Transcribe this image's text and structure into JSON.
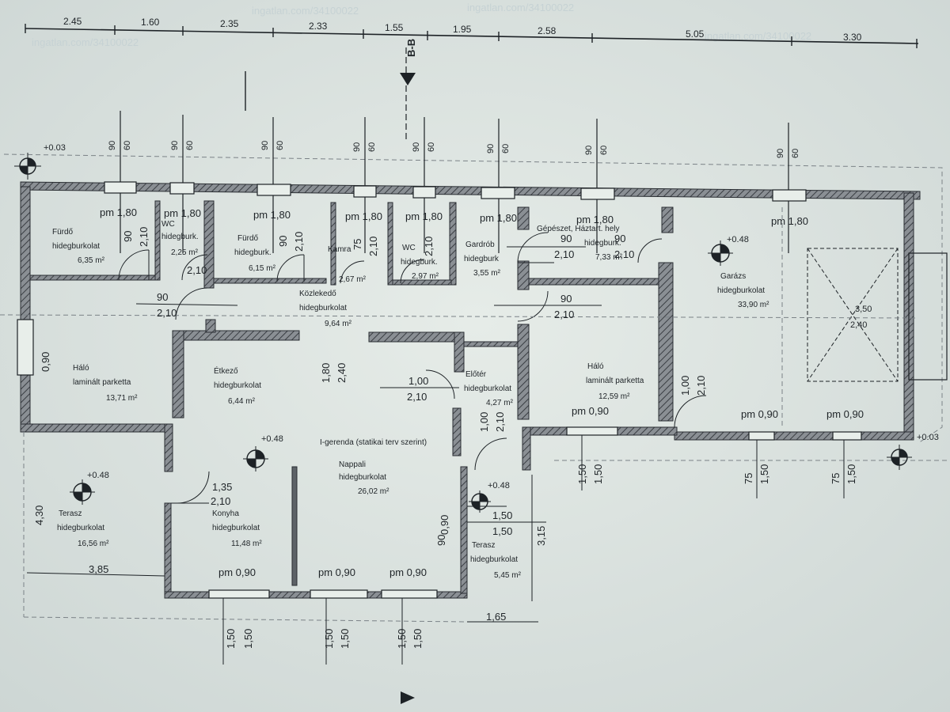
{
  "watermarks": [
    "ingatlan.com/34100022",
    "ingatlan.com/34100022",
    "ingatlan.com/34100022",
    "ingatlan.com/34100022"
  ],
  "section_marker": "B-B",
  "top_dimensions": [
    "2.45",
    "1.60",
    "2.35",
    "2.33",
    "1.55",
    "1.95",
    "2.58",
    "5.05",
    "3.30"
  ],
  "window_labels": {
    "top_90": "90",
    "top_60": "60",
    "pm180": "pm 1,80",
    "pm090": "pm 0,90"
  },
  "levels": {
    "plus003_left": "+0.03",
    "plus003_right": "+0.03",
    "plus048": "+0.48"
  },
  "rooms": [
    {
      "name": "Fürdő",
      "floor": "hidegburkolat",
      "area": "6,35 m²"
    },
    {
      "name": "WC",
      "floor": "hidegburk.",
      "area": "2,25 m²"
    },
    {
      "name": "Fürdő",
      "floor": "hidegburk.",
      "area": "6,15 m²"
    },
    {
      "name": "Kamra",
      "floor": "",
      "area": "2,67 m²"
    },
    {
      "name": "WC",
      "floor": "hidegburk.",
      "area": "2,97 m²"
    },
    {
      "name": "Gardrób",
      "floor": "hidegburk",
      "area": "3,55 m²"
    },
    {
      "name": "Gépészet, Háztart. hely",
      "floor": "hidegburk.",
      "area": "7,33 m²"
    },
    {
      "name": "Garázs",
      "floor": "hidegburkolat",
      "area": "33,90 m²"
    },
    {
      "name": "Közlekedő",
      "floor": "hidegburkolat",
      "area": "9,64 m²"
    },
    {
      "name": "Háló",
      "floor": "laminált parketta",
      "area": "13,71 m²"
    },
    {
      "name": "Étkező",
      "floor": "hidegburkolat",
      "area": "6,44 m²"
    },
    {
      "name": "Előtér",
      "floor": "hidegburkolat",
      "area": "4,27 m²"
    },
    {
      "name": "Háló",
      "floor": "laminált parketta",
      "area": "12,59 m²"
    },
    {
      "name": "Nappali",
      "floor": "hidegburkolat",
      "area": "26,02 m²"
    },
    {
      "name": "Konyha",
      "floor": "hidegburkolat",
      "area": "11,48 m²"
    },
    {
      "name": "Terasz",
      "floor": "hidegburkolat",
      "area": "16,56 m²"
    },
    {
      "name": "Terasz",
      "floor": "hidegburkolat",
      "area": "5,45 m²"
    }
  ],
  "notes": {
    "beam": "I-gerenda (statikai terv szerint)"
  },
  "door_dims": {
    "d90": "90",
    "d210": "2,10",
    "d100": "1,00",
    "d135": "1,35",
    "d150": "1,50",
    "d75": "75",
    "garage_350": "3,50",
    "garage_240": "2,40",
    "kozl_180": "1,80",
    "kozl_240": "2,40",
    "kamra_75": "75",
    "wall_090": "0,90",
    "terrace_385": "3,85",
    "terrace_430": "4,30",
    "terrace_165": "1,65",
    "terrace_315": "3,15"
  }
}
